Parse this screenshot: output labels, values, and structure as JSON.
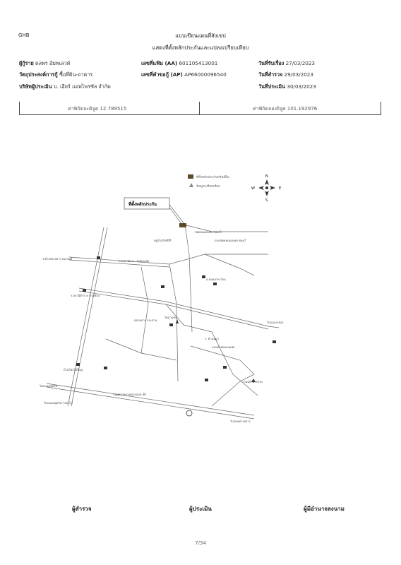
{
  "header": {
    "code": "GHB",
    "title_line1": "แบบเขียนแผนที่สังเขป",
    "title_line2": "แสดงที่ตั้งหลักประกันและแปลงเปรียบเทียบ"
  },
  "info": {
    "rows": [
      [
        {
          "label": "ผู้กู้ราย",
          "value": "ดลพร อัมพเลวค์"
        },
        {
          "label": "เลขที่แฟ้ม (AA)",
          "value": "601105413001"
        },
        {
          "label": "วันที่รับเรื่อง",
          "value": "27/03/2023"
        }
      ],
      [
        {
          "label": "วัตถุประสงค์การกู้",
          "value": "ซื้อที่ดิน-อาคาร"
        },
        {
          "label": "เลขที่คำขอกู้ (AP)",
          "value": "AP66000096540"
        },
        {
          "label": "วันที่สำรวจ",
          "value": "29/03/2023"
        }
      ],
      [
        {
          "label": "บริษัทผู้ประเมิน",
          "value": "บ. เอียร์ แอพไพรซัล จำกัด"
        },
        {
          "label": "",
          "value": ""
        },
        {
          "label": "วันที่ประเมิน",
          "value": "30/03/2023"
        }
      ]
    ]
  },
  "coords": {
    "lat": "ค่าพิกัดละติจูด 12.789515",
    "lon": "ค่าพิกัดลองจิจูด 101.192976"
  },
  "map": {
    "legend": {
      "collateral": "ที่ตั้งหลักประกันทรัพย์สิน",
      "comparable": "ข้อมูลเปรียบเทียบ"
    },
    "compass": {
      "n": "N",
      "s": "S",
      "e": "E",
      "w": "W"
    },
    "callout": "ที่ตั้งหลักประกัน",
    "labels": {
      "soi6": "ซอยหนองแฟบ ซอย 6",
      "village": "หมู่บ้านไฟลิสิร์ ",
      "road_nongfaep": "ถนนซอยหนองแฟบ ซอย7",
      "school": "ร.ค้าส่งสายธาร สมาพงษ์",
      "road_nongfaep2": "ถนนสายบาง - หนองแฟบ",
      "nong_ban": "อ.หนองกระโดน",
      "police": "ร.สถานีตำรวจ ห้ามช่อง",
      "temple": "วัดมาบชะ",
      "market": "ตลาดบาง กระปาน",
      "kochai": "ร. ค่าแน่มูว",
      "ban_phong": "บ้านโพงไม้ใหญ่",
      "to_sukhumvit": "ไปถนนสุขุมวิท",
      "to_rayong": "ไปถนนระยอง",
      "to_bangkok": "ไปถนนสุขุมวิท ( ทล.3 )",
      "to_right": "ไปถนนทางหลวง",
      "main_road": "ถนนทางหลวงหมายเลข 36",
      "road_cross": "ถนนสายหนองแฟบ",
      "right_road": "ถนนบ้าน-ตลาด"
    }
  },
  "signatures": {
    "surveyor": "ผู้สำรวจ",
    "appraiser": "ผู้ประเมิน",
    "approver": "ผู้มีอำนาจลงนาม"
  },
  "page": "7/34"
}
